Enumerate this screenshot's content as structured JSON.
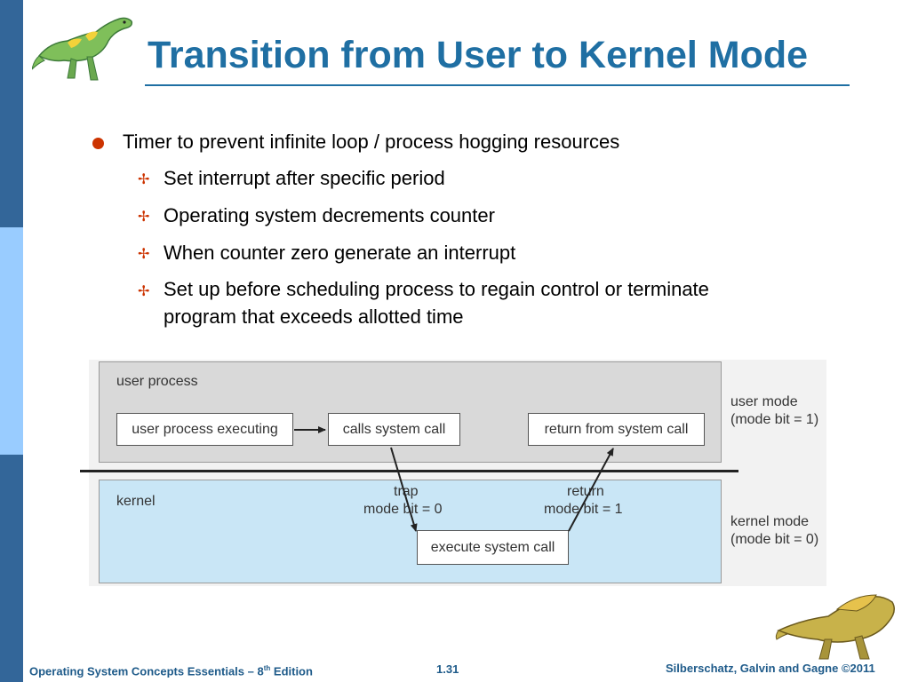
{
  "slide": {
    "title": "Transition from User to Kernel Mode",
    "bullet": "Timer to prevent infinite loop / process hogging resources",
    "sub_bullets": [
      "Set interrupt after specific period",
      "Operating system decrements counter",
      "When counter zero generate an interrupt",
      "Set up before scheduling process to regain control or terminate",
      "program that exceeds allotted time"
    ]
  },
  "diagram": {
    "user_region_label": "user process",
    "kernel_region_label": "kernel",
    "box_user_executing": "user process executing",
    "box_calls_syscall": "calls system call",
    "box_return_syscall": "return from system call",
    "box_execute_syscall": "execute system call",
    "trap_label": "trap",
    "trap_mode": "mode bit = 0",
    "return_label": "return",
    "return_mode": "mode bit = 1",
    "user_mode_label": "user mode",
    "user_mode_bit": "(mode bit = 1)",
    "kernel_mode_label": "kernel mode",
    "kernel_mode_bit": "(mode bit = 0)"
  },
  "footer": {
    "book_prefix": "Operating System Concepts Essentials – 8",
    "book_sup": "th",
    "book_suffix": " Edition",
    "page_number": "1.31",
    "copyright": "Silberschatz, Galvin and Gagne ©2011"
  },
  "icons": {
    "bullet": "bullet-dot-icon",
    "sub_bullet": "sparkle-bullet-icon",
    "top_logo": "dinosaur-logo-icon",
    "bottom_logo": "dinosaur-logo-icon"
  },
  "colors": {
    "title": "#1f6fa3",
    "sidebar_dark": "#336699",
    "sidebar_light": "#99ccff",
    "bullet": "#cc3300",
    "kernel_fill": "#c9e6f6",
    "user_fill": "#d9d9d9"
  }
}
